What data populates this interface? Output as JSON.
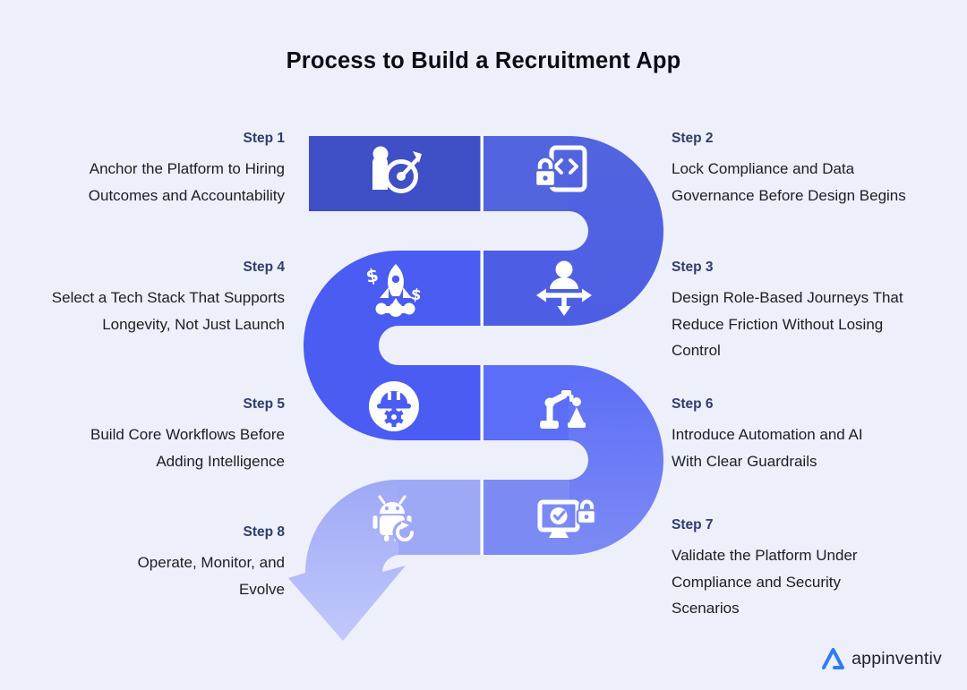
{
  "title": "Process to Build a Recruitment App",
  "steps": [
    {
      "label": "Step 1",
      "lines": [
        "Anchor the Platform to Hiring",
        "Outcomes and Accountability"
      ],
      "icon": "person-target-icon",
      "color": "#3f4fc6",
      "side": "left"
    },
    {
      "label": "Step 2",
      "lines": [
        "Lock Compliance and Data",
        "Governance Before Design Begins"
      ],
      "icon": "document-code-lock-icon",
      "color": "#5264de",
      "side": "right"
    },
    {
      "label": "Step 3",
      "lines": [
        "Design Role-Based Journeys That",
        "Reduce Friction Without Losing",
        "Control"
      ],
      "icon": "person-direction-arrows-icon",
      "color": "#4e5ee4",
      "side": "right"
    },
    {
      "label": "Step 4",
      "lines": [
        "Select a Tech Stack That Supports",
        "Longevity, Not Just Launch"
      ],
      "icon": "rocket-dollar-icon",
      "color": "#4a5cf1",
      "side": "left"
    },
    {
      "label": "Step 5",
      "lines": [
        "Build Core Workflows Before",
        "Adding Intelligence"
      ],
      "icon": "hard-hat-gear-icon",
      "color": "#4a5cf3",
      "side": "left"
    },
    {
      "label": "Step 6",
      "lines": [
        "Introduce Automation and AI",
        "With Clear Guardrails"
      ],
      "icon": "robot-arm-icon",
      "color": "#5c6df7",
      "side": "right"
    },
    {
      "label": "Step 7",
      "lines": [
        "Validate the Platform Under",
        "Compliance and Security",
        "Scenarios"
      ],
      "icon": "monitor-check-lock-icon",
      "color": "#7c8bf3",
      "side": "right"
    },
    {
      "label": "Step 8",
      "lines": [
        "Operate, Monitor, and",
        "Evolve"
      ],
      "icon": "android-sync-icon",
      "color": "#9ea9f5",
      "side": "left"
    }
  ],
  "colors": {
    "background": "#edeffa",
    "step_label": "#303c6b",
    "body_text": "#1d1e24",
    "divider": "#ffffff",
    "arrow_tail_end": "#c2c8fb",
    "logo_blue": "#2e7cf6"
  },
  "footer": {
    "logo_text": "appinventiv"
  }
}
